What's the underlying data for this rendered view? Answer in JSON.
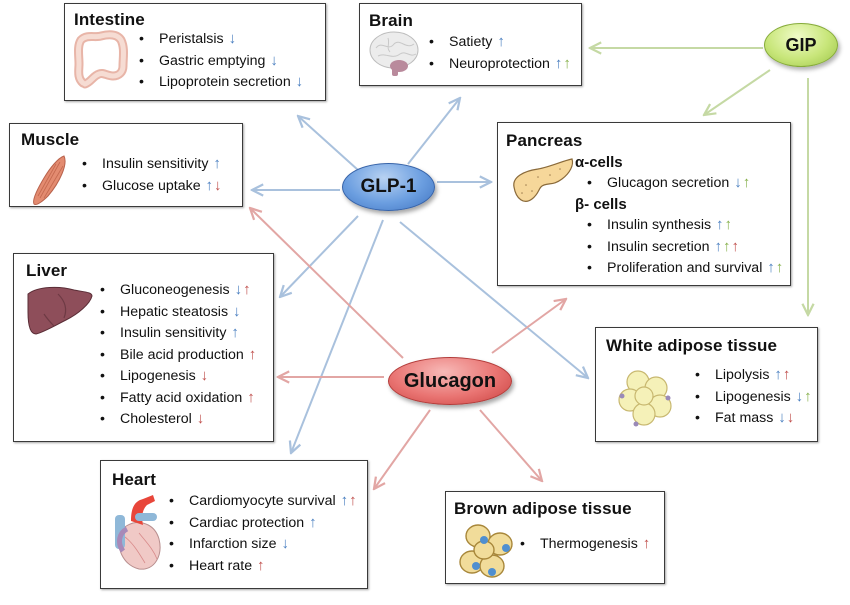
{
  "colors": {
    "glp1": "#4a7fc0",
    "glucagon": "#c0504d",
    "gip": "#86b04a",
    "glp1_arrow": "#a9c1dd",
    "glucagon_arrow": "#e2a6a4",
    "gip_arrow": "#c5d9a4"
  },
  "hormones": {
    "glp1": "GLP-1",
    "glucagon": "Glucagon",
    "gip": "GIP"
  },
  "organs": {
    "intestine": {
      "title": "Intestine",
      "items": [
        {
          "label": "Peristalsis",
          "effects": [
            "down-blue"
          ]
        },
        {
          "label": "Gastric emptying",
          "effects": [
            "down-blue"
          ]
        },
        {
          "label": "Lipoprotein secretion",
          "effects": [
            "down-blue"
          ]
        }
      ]
    },
    "brain": {
      "title": "Brain",
      "items": [
        {
          "label": "Satiety",
          "effects": [
            "up-blue"
          ]
        },
        {
          "label": "Neuroprotection",
          "effects": [
            "up-blue",
            "up-green"
          ]
        }
      ]
    },
    "muscle": {
      "title": "Muscle",
      "items": [
        {
          "label": "Insulin sensitivity",
          "effects": [
            "up-blue"
          ]
        },
        {
          "label": "Glucose uptake",
          "effects": [
            "up-blue",
            "down-red"
          ]
        }
      ]
    },
    "pancreas": {
      "title": "Pancreas",
      "alpha_label": "α-cells",
      "alpha_items": [
        {
          "label": "Glucagon secretion",
          "effects": [
            "down-blue",
            "up-green"
          ]
        }
      ],
      "beta_label": "β- cells",
      "beta_items": [
        {
          "label": "Insulin synthesis",
          "effects": [
            "up-blue",
            "up-green"
          ]
        },
        {
          "label": "Insulin secretion",
          "effects": [
            "up-blue",
            "up-green",
            "up-red"
          ]
        },
        {
          "label": "Proliferation and survival",
          "effects": [
            "up-blue",
            "up-green"
          ]
        }
      ]
    },
    "liver": {
      "title": "Liver",
      "items": [
        {
          "label": "Gluconeogenesis",
          "effects": [
            "down-blue",
            "up-red"
          ]
        },
        {
          "label": "Hepatic steatosis",
          "effects": [
            "down-blue"
          ]
        },
        {
          "label": "Insulin sensitivity",
          "effects": [
            "up-blue"
          ]
        },
        {
          "label": "Bile acid production",
          "effects": [
            "up-red"
          ]
        },
        {
          "label": "Lipogenesis",
          "effects": [
            "down-red"
          ]
        },
        {
          "label": "Fatty acid oxidation",
          "effects": [
            "up-red"
          ]
        },
        {
          "label": "Cholesterol",
          "effects": [
            "down-red"
          ]
        }
      ]
    },
    "white_adipose": {
      "title": "White adipose tissue",
      "items": [
        {
          "label": "Lipolysis",
          "effects": [
            "up-blue",
            "up-red"
          ]
        },
        {
          "label": "Lipogenesis",
          "effects": [
            "down-blue",
            "up-green"
          ]
        },
        {
          "label": "Fat mass",
          "effects": [
            "down-blue",
            "down-red"
          ]
        }
      ]
    },
    "heart": {
      "title": "Heart",
      "items": [
        {
          "label": "Cardiomyocyte survival",
          "effects": [
            "up-blue",
            "up-red"
          ]
        },
        {
          "label": "Cardiac protection",
          "effects": [
            "up-blue"
          ]
        },
        {
          "label": "Infarction size",
          "effects": [
            "down-blue"
          ]
        },
        {
          "label": "Heart rate",
          "effects": [
            "up-red"
          ]
        }
      ]
    },
    "brown_adipose": {
      "title": "Brown adipose tissue",
      "items": [
        {
          "label": "Thermogenesis",
          "effects": [
            "up-red"
          ]
        }
      ]
    }
  },
  "connections": [
    {
      "from": "glp1",
      "to": "intestine"
    },
    {
      "from": "glp1",
      "to": "brain"
    },
    {
      "from": "glp1",
      "to": "muscle"
    },
    {
      "from": "glp1",
      "to": "pancreas"
    },
    {
      "from": "glp1",
      "to": "liver"
    },
    {
      "from": "glp1",
      "to": "heart"
    },
    {
      "from": "glp1",
      "to": "white_adipose"
    },
    {
      "from": "glucagon",
      "to": "muscle"
    },
    {
      "from": "glucagon",
      "to": "liver"
    },
    {
      "from": "glucagon",
      "to": "pancreas"
    },
    {
      "from": "glucagon",
      "to": "heart"
    },
    {
      "from": "glucagon",
      "to": "brown_adipose"
    },
    {
      "from": "gip",
      "to": "brain"
    },
    {
      "from": "gip",
      "to": "pancreas"
    },
    {
      "from": "gip",
      "to": "white_adipose"
    }
  ]
}
